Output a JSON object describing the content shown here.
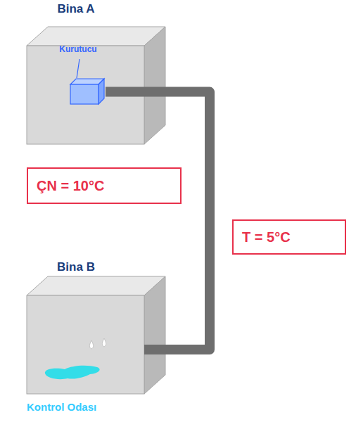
{
  "diagram": {
    "nodes": [
      {
        "text": [
          "Bina A"
        ]
      },
      {
        "text": [
          "Kurutucu"
        ],
        "in": 0
      },
      {
        "text": [
          "ÇN = 10°C"
        ]
      },
      {
        "text": [
          "T = 5°C"
        ]
      },
      {
        "text": [
          "Bina B",
          "Kontrol Odası"
        ]
      }
    ],
    "edges": [
      {
        "from": 1,
        "to": 4,
        "arrow": "none"
      }
    ]
  }
}
